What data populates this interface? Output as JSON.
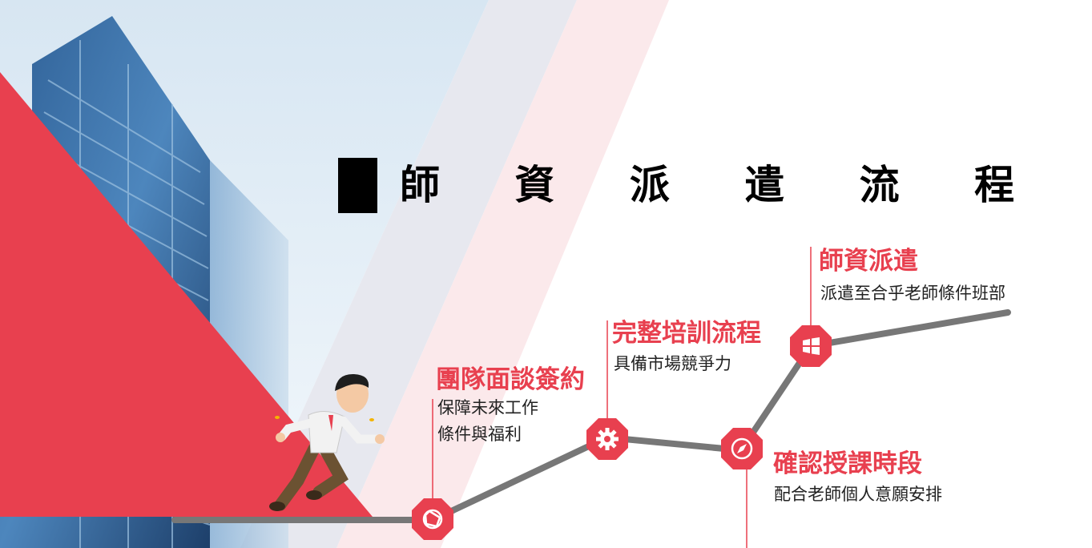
{
  "page": {
    "title": "師 資 派 遣 流 程",
    "accent_color": "#e8404f",
    "line_color": "#777777"
  },
  "steps": [
    {
      "id": "interview",
      "title": "團隊面談簽約",
      "desc": [
        "保障未來工作",
        "條件與福利"
      ],
      "icon": "aperture-icon"
    },
    {
      "id": "training",
      "title": "完整培訓流程",
      "desc": [
        "具備市場競爭力"
      ],
      "icon": "gear-icon"
    },
    {
      "id": "schedule",
      "title": "確認授課時段",
      "desc": [
        "配合老師個人意願安排"
      ],
      "icon": "compass-icon"
    },
    {
      "id": "dispatch",
      "title": "師資派遣",
      "desc": [
        "派遣至合乎老師條件班部"
      ],
      "icon": "windows-icon"
    }
  ]
}
